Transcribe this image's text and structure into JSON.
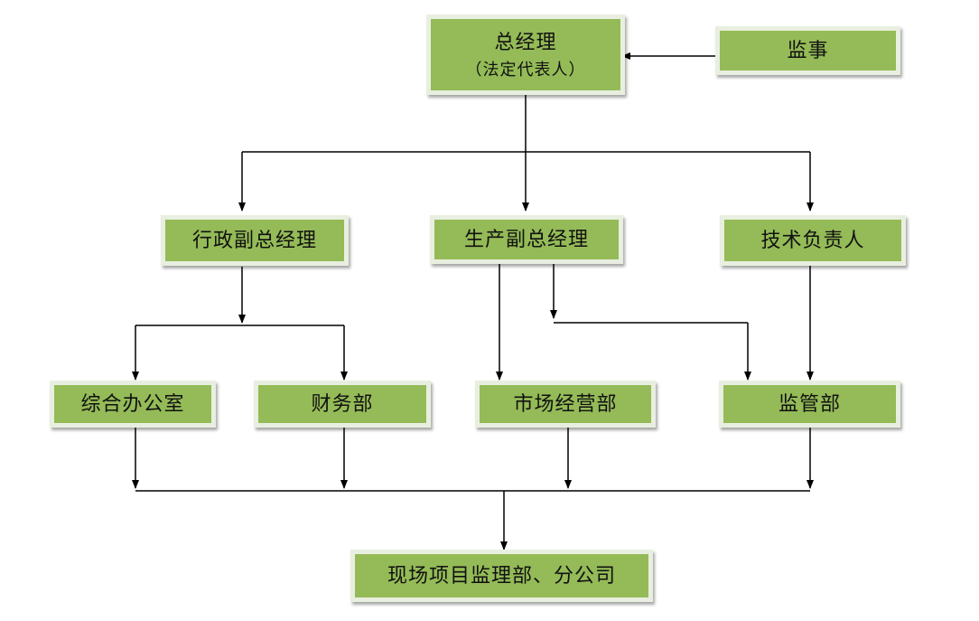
{
  "nodes": {
    "general_manager": {
      "title": "总经理",
      "subtitle": "（法定代表人）"
    },
    "supervisor": "监事",
    "admin_vp": "行政副总经理",
    "production_vp": "生产副总经理",
    "tech_lead": "技术负责人",
    "general_office": "综合办公室",
    "finance_dept": "财务部",
    "marketing_dept": "市场经营部",
    "supervision_dept": "监管部",
    "site_dept": "现场项目监理部、分公司"
  },
  "colors": {
    "box_fill": "#94bb57",
    "box_border": "#e9efe0",
    "line": "#000000"
  }
}
